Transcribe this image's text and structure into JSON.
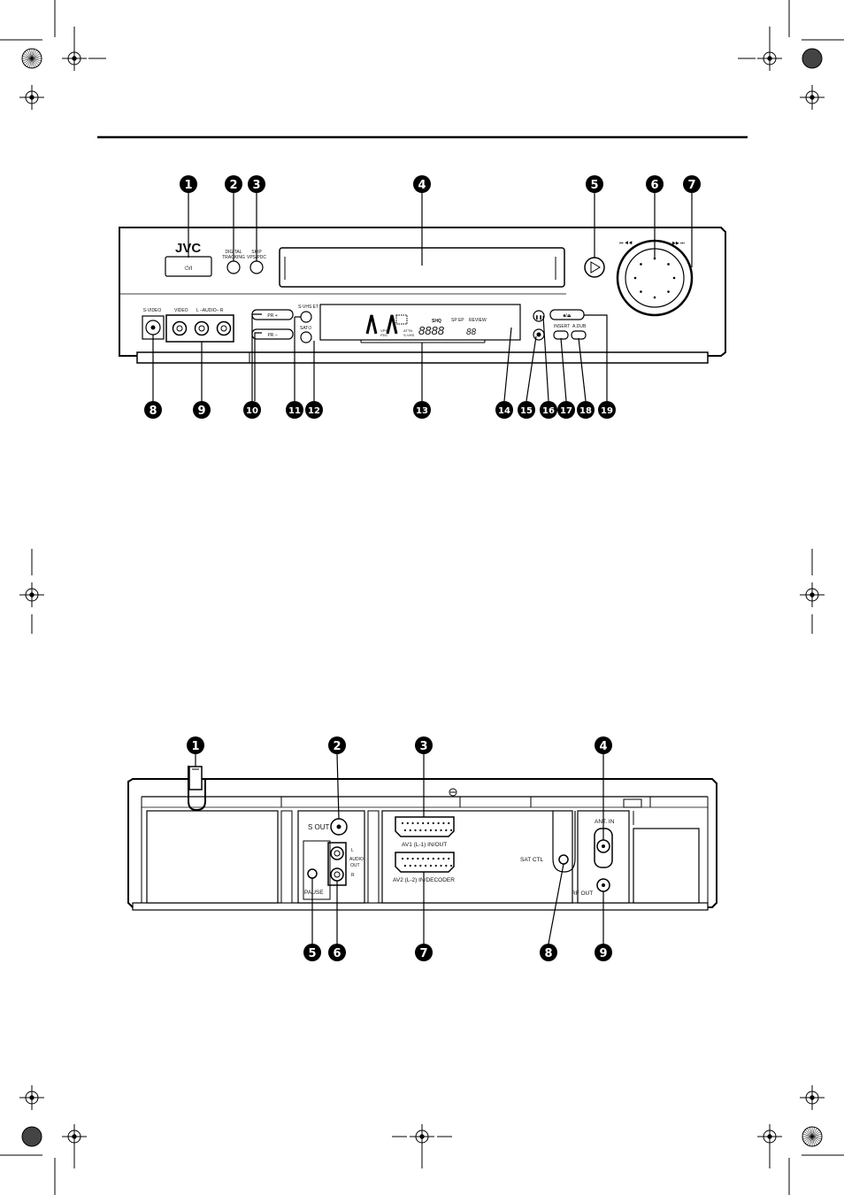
{
  "front_panel": {
    "brand": "JVC",
    "power_label": "⏻/I",
    "digital_tracking_label": [
      "DIGITAL",
      "TRACKING"
    ],
    "skip_label": [
      "SKIP",
      "VPS/PDC"
    ],
    "skip_rew_symbol": "⏮ ◀◀",
    "ff_skip_symbol": "▶▶ ⏭",
    "svideo_label": "S-VIDEO",
    "video_label": "VIDEO",
    "audio_label": "L –AUDIO– R",
    "pr_plus_label": "PR +",
    "pr_minus_label": "PR –",
    "svhs_et_label": "S-VHS ET",
    "sat_label": "SAT⏻",
    "display_sp_ep": "SP  EP",
    "display_review": "REVIEW",
    "display_digits": "8888",
    "display_digits_small": "88",
    "display_lcd_a": "SHQ",
    "display_misc": [
      "VPS",
      "PDC",
      "ATTN",
      "S-VHS"
    ],
    "insert_label": "INSERT",
    "adub_label": "A.DUB",
    "stop_eject_label": "■/⏏",
    "callouts": [
      "1",
      "2",
      "3",
      "4",
      "5",
      "6",
      "7",
      "8",
      "9",
      "10",
      "11",
      "12",
      "13",
      "14",
      "15",
      "16",
      "17",
      "18",
      "19"
    ]
  },
  "rear_panel": {
    "s_out_label": "S OUT",
    "pause_label": "PAUSE",
    "audio_out_label": [
      "L",
      "AUDIO",
      "OUT",
      "R"
    ],
    "av1_label": "AV1 (L-1) IN/OUT",
    "av2_label": "AV2 (L-2) IN/DECODER",
    "sat_ctl_label": "SAT CTL",
    "ant_in_label": "ANT. IN",
    "rf_out_label": "RF OUT",
    "callouts": [
      "1",
      "2",
      "3",
      "4",
      "5",
      "6",
      "7",
      "8",
      "9"
    ]
  }
}
